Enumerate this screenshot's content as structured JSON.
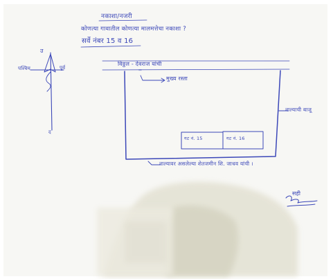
{
  "document": {
    "header_title": "नकाशा/नजरी",
    "header_question": "कोणत्या गावातील कोणत्या मालमत्तेचा नकाशा ?",
    "survey_line": "सर्वे नंबर 15 व 16",
    "north_mark": "उ",
    "west_mark": "पश्चिम",
    "east_mark": "पूर्व",
    "south_mark": "द",
    "top_road_label": "विठ्ठल - देवराज यांची",
    "top_quote_marks": "''",
    "top_main_label": "मुख्य रस्ता",
    "right_label": "नाल्याची बाजू",
    "plot_left_label": "गट नं. 15",
    "plot_right_label": "गट नं. 16",
    "bottom_label": "नाल्यावर असलेल्या शेतजमीन शि. जाधव यांची ।",
    "signature": "सही"
  },
  "colors": {
    "paper": "#f5f5f2",
    "ink": "#3a46b8",
    "shadow": "#dad9c8"
  }
}
